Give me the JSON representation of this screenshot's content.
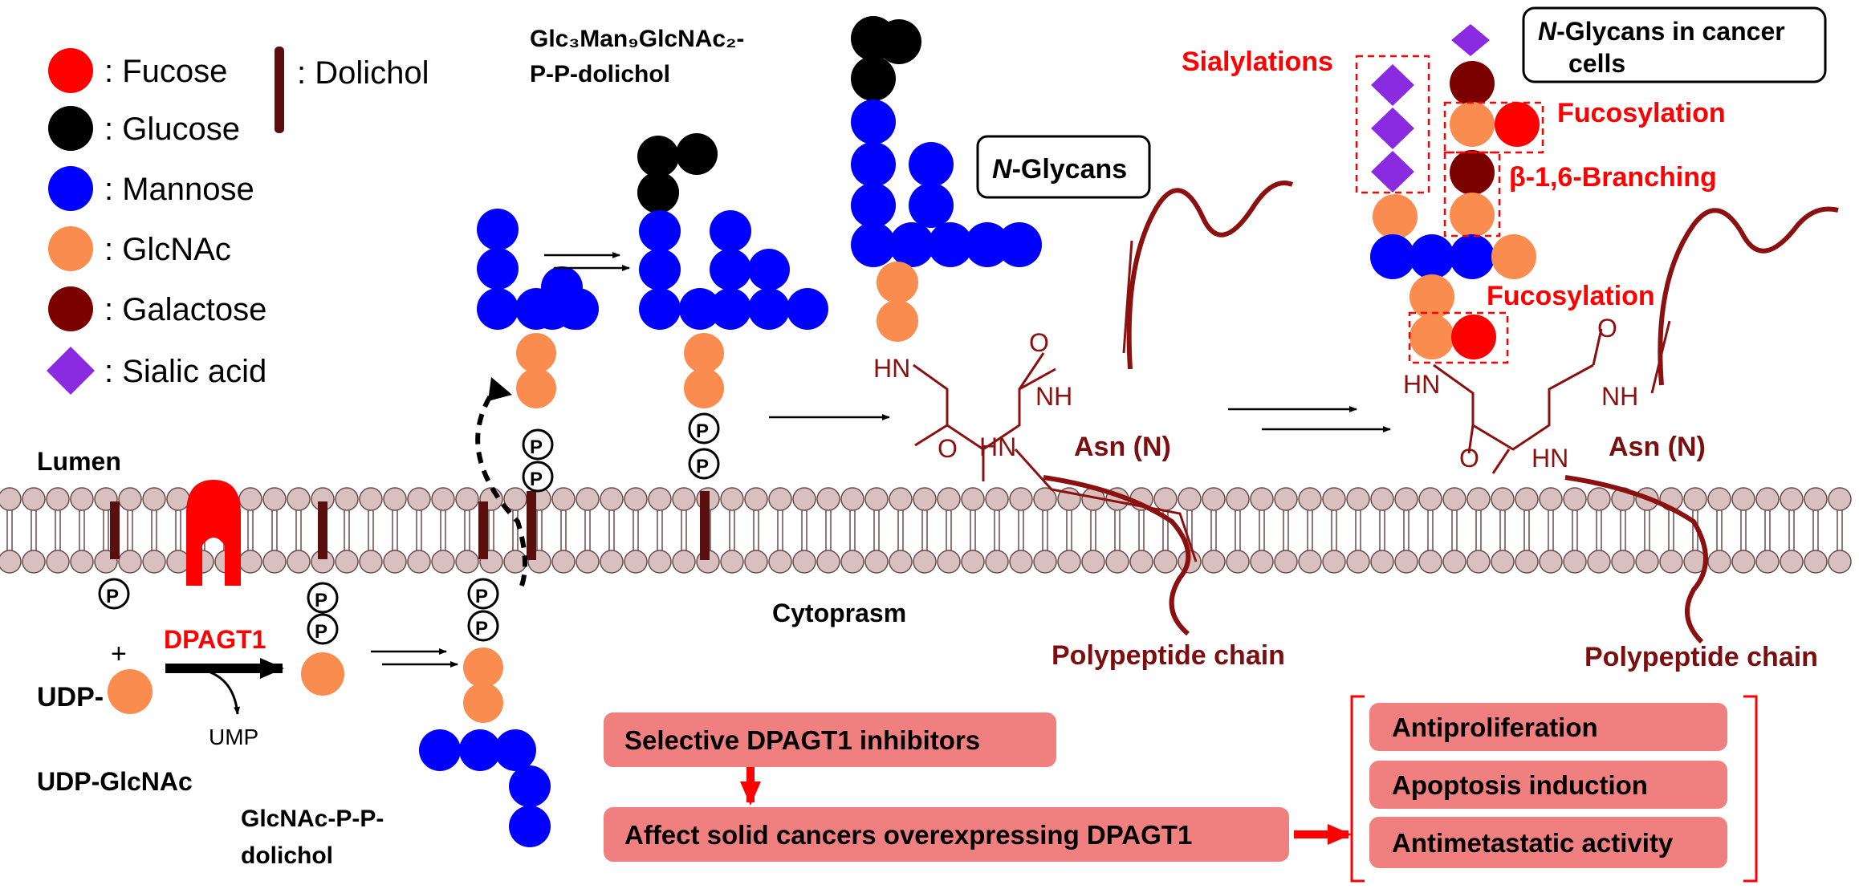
{
  "legend": {
    "fucose": ": Fucose",
    "glucose": ": Glucose",
    "mannose": ": Mannose",
    "glcnac": ": GlcNAc",
    "galactose": ": Galactose",
    "sialic": ": Sialic acid",
    "dolichol": ": Dolichol"
  },
  "labels": {
    "lumen": "Lumen",
    "cytoplasm": "Cytoprasm",
    "udp": "UDP-",
    "plus": "+",
    "udp_glcnac": "UDP-GlcNAc",
    "dpagt1": "DPAGT1",
    "ump": "UMP",
    "glcnac_pp_dol_1": "GlcNAc-P-P-",
    "glcnac_pp_dol_2": "dolichol",
    "precursor_1": "Glc₃Man₉GlcNAc₂-",
    "precursor_2": "P-P-dolichol",
    "n_glycans_n": "N",
    "n_glycans_rest": "-Glycans",
    "cancer_n": "N",
    "cancer_1": "-Glycans in cancer",
    "cancer_2": "cells",
    "sialylations": "Sialylations",
    "fucosylation_top": "Fucosylation",
    "branching": "β-1,6-Branching",
    "fucosylation_bottom": "Fucosylation",
    "asn": "Asn (N)",
    "polypeptide": "Polypeptide chain",
    "hn": "HN",
    "nh": "NH",
    "o": "O",
    "p": "P"
  },
  "boxes": {
    "inhibitors": "Selective DPAGT1 inhibitors",
    "affect": "Affect solid cancers overexpressing DPAGT1",
    "outcomes": [
      "Antiproliferation",
      "Apoptosis induction",
      "Antimetastatic activity"
    ]
  },
  "colors": {
    "fucose": "#ff0000",
    "glucose": "#000000",
    "mannose": "#0000ff",
    "glcnac": "#f98c4e",
    "galactose": "#7b0000",
    "sialic": "#8a2be2",
    "dolichol": "#5a0f0f",
    "lipid": "#d8c0c0",
    "box": "#f08080",
    "accent": "#ff0000",
    "chain": "#8b1010"
  }
}
